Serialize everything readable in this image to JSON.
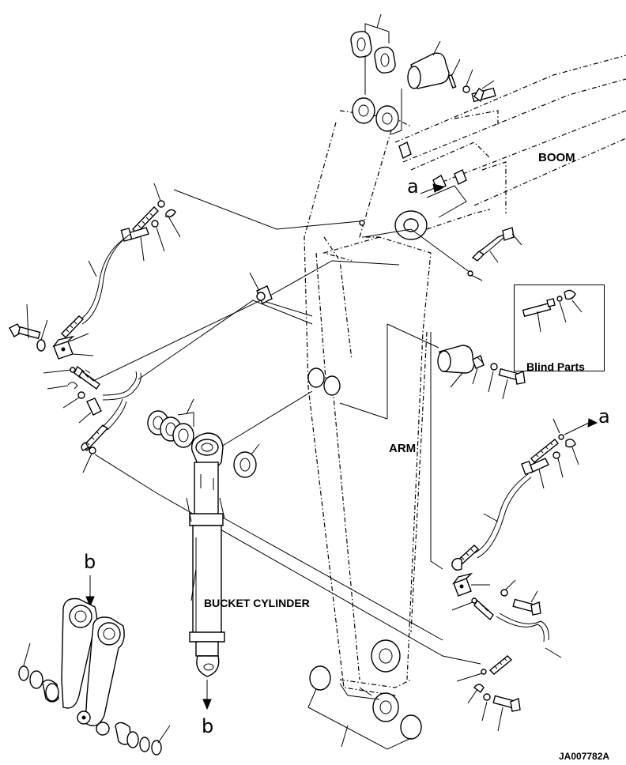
{
  "labels": {
    "boom": "BOOM",
    "arm": "ARM",
    "bucket_cylinder": "BUCKET CYLINDER",
    "blind_parts": "Blind Parts",
    "drawing_code": "JA007782A"
  },
  "markers": {
    "a_left": "a",
    "a_right": "a",
    "b_top": "b",
    "b_bottom": "b"
  }
}
